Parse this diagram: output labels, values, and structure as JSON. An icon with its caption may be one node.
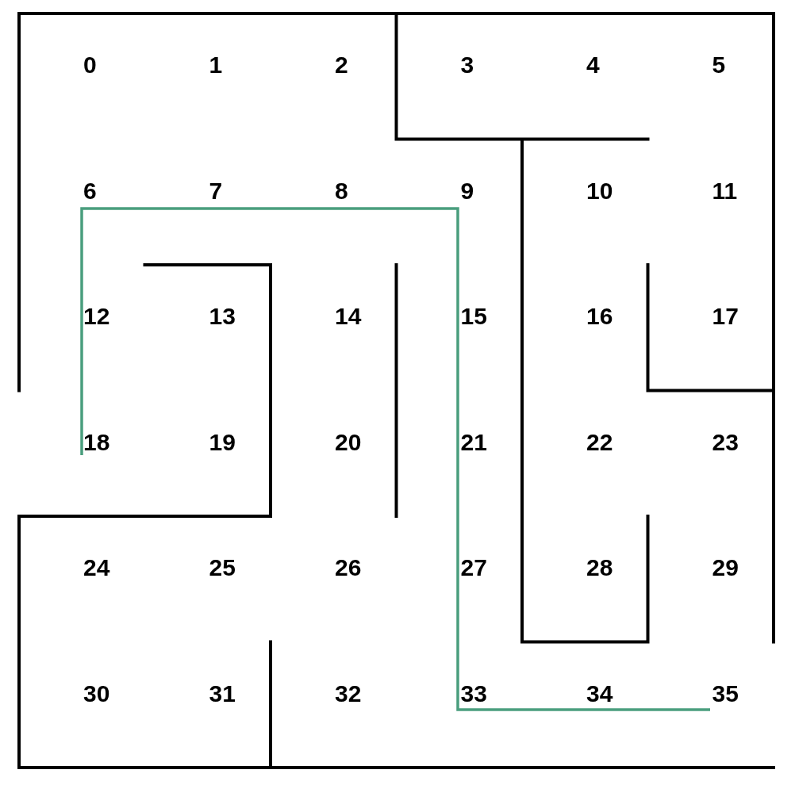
{
  "diagram": {
    "labels": [
      "0",
      "1",
      "2",
      "3",
      "4",
      "5",
      "6",
      "7",
      "8",
      "9",
      "10",
      "11",
      "12",
      "13",
      "14",
      "15",
      "16",
      "17",
      "18",
      "19",
      "20",
      "21",
      "22",
      "23",
      "24",
      "25",
      "26",
      "27",
      "28",
      "29",
      "30",
      "31",
      "32",
      "33",
      "34",
      "35"
    ]
  }
}
